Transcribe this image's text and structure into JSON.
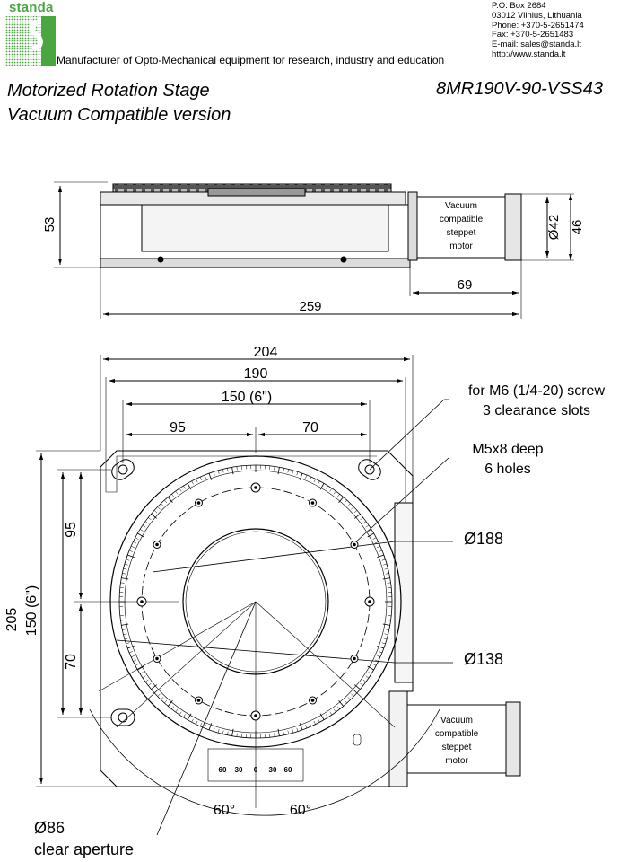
{
  "header": {
    "brand": "standa",
    "tagline": "Manufacturer of Opto-Mechanical equipment for research, industry and education",
    "contacts": [
      "P.O. Box 2684",
      "03012 Vilnius, Lithuania",
      "Phone: +370-5-2651474",
      "Fax: +370-5-2651483",
      "E-mail: sales@standa.lt",
      "http://www.standa.lt"
    ]
  },
  "product": {
    "name_line1": "Motorized Rotation Stage",
    "name_line2": "Vacuum Compatible version",
    "code": "8MR190V-90-VSS43"
  },
  "side_view": {
    "motor_label": [
      "Vacuum",
      "compatible",
      "steppet",
      "motor"
    ],
    "dim_height": "53",
    "dim_motor_dia": "Ø42",
    "dim_motor_height": "46",
    "dim_motor_length": "69",
    "dim_total_length": "259"
  },
  "top_view": {
    "dim_width_204": "204",
    "dim_width_190": "190",
    "dim_150": "150 (6\")",
    "dim_95": "95",
    "dim_70": "70",
    "dim_205": "205",
    "dim_150_vertical": "150 (6\")",
    "dim_95_vertical": "95",
    "dim_70_vertical": "70",
    "note_slots_line1": "for M6 (1/4-20) screw",
    "note_slots_line2": "3 clearance slots",
    "note_holes_line1": "M5x8 deep",
    "note_holes_line2": "6 holes",
    "dim_188": "Ø188",
    "dim_138": "Ø138",
    "note_aperture_line1": "Ø86",
    "note_aperture_line2": "clear aperture",
    "angle_left": "60°",
    "angle_right": "60°",
    "motor_label": [
      "Vacuum",
      "compatible",
      "steppet",
      "motor"
    ],
    "vernier_labels": [
      "60",
      "30",
      "0",
      "30",
      "60"
    ]
  },
  "colors": {
    "brand_green": "#4aa640",
    "line": "#000000"
  }
}
